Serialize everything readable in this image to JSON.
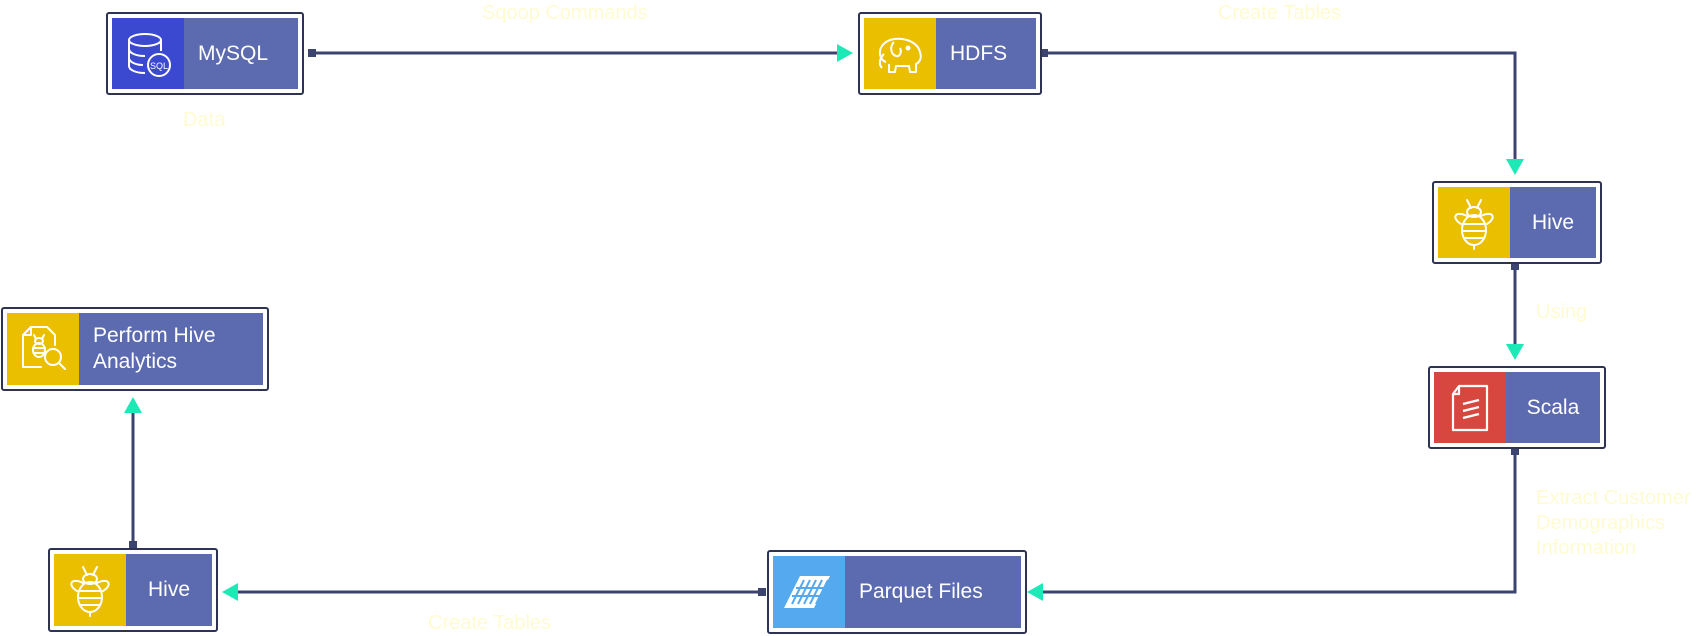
{
  "diagram": {
    "nodes": {
      "mysql": {
        "label": "MySQL",
        "icon": "database-sql-icon",
        "icon_color": "#3b48d0"
      },
      "hdfs": {
        "label": "HDFS",
        "icon": "elephant-icon",
        "icon_color": "#eabf00"
      },
      "hive_top": {
        "label": "Hive",
        "icon": "bee-icon",
        "icon_color": "#eabf00"
      },
      "scala": {
        "label": "Scala",
        "icon": "document-icon",
        "icon_color": "#d8473f"
      },
      "parquet": {
        "label": "Parquet Files",
        "icon": "parquet-icon",
        "icon_color": "#55a9ef"
      },
      "hive_bottom": {
        "label": "Hive",
        "icon": "bee-icon",
        "icon_color": "#eabf00"
      },
      "analytics": {
        "label": "Perform Hive Analytics",
        "icon": "analytics-search-icon",
        "icon_color": "#eabf00"
      }
    },
    "edge_labels": {
      "mysql_data": "Data",
      "sqoop": "Sqoop Commands",
      "hdfs_create_tables": "Create Tables",
      "using": "Using",
      "extract": "Extract Customer Demographics Information",
      "parquet_create_tables": "Create Tables"
    },
    "colors": {
      "line": "#3b4370",
      "arrow": "#1de9b6",
      "label_fill": "#5c6bb0",
      "edge_text": "#fffbd1"
    }
  }
}
